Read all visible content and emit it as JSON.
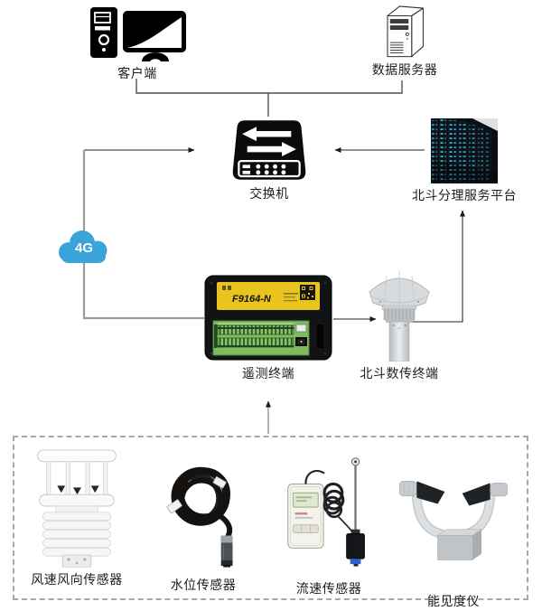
{
  "nodes": {
    "client": {
      "label": "客户端"
    },
    "data_server": {
      "label": "数据服务器"
    },
    "switch": {
      "label": "交换机"
    },
    "beidou_platform": {
      "label": "北斗分理服务平台"
    },
    "cloud": {
      "label": "4G"
    },
    "telemetry_terminal": {
      "label": "遥测终端",
      "model": "F9164-N"
    },
    "beidou_terminal": {
      "label": "北斗数传终端"
    }
  },
  "sensors": [
    {
      "label": "风速风向传感器"
    },
    {
      "label": "水位传感器"
    },
    {
      "label": "流速传感器"
    },
    {
      "label": "能见度仪"
    }
  ],
  "colors": {
    "cloud_blue": "#3AA4DB",
    "device_label_yellow": "#E9C41F",
    "pcb_green": "#7FBB5F",
    "rack_led_blue": "#2FB4DD",
    "line_gray": "#9B9B9B",
    "line_dark": "#4F4F4F"
  }
}
